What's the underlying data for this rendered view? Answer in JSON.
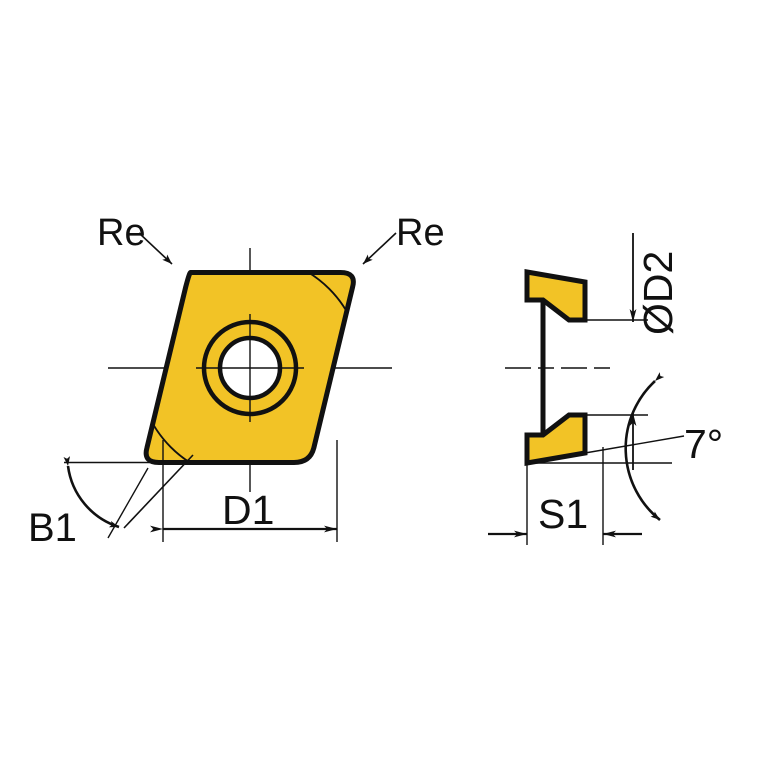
{
  "drawing": {
    "title": "Rhombic turning insert dimension drawing",
    "background_color": "#ffffff",
    "line_color": "#111111",
    "body_color": "#f2c326",
    "views": [
      {
        "name": "plan-view",
        "shape": "80-degree rhombus with corner radii and central bore"
      },
      {
        "name": "section-view",
        "shape": "trapezoidal cross-section with countersunk bore"
      }
    ]
  },
  "labels": {
    "re_left": "Re",
    "re_right": "Re",
    "b1": "B1",
    "d1": "D1",
    "d2": "ØD2",
    "s1": "S1",
    "angle": "7°"
  },
  "annotations": {
    "re_description": "corner radius callout",
    "b1_description": "included corner angle",
    "d1_description": "inscribed circle width dimension",
    "d2_description": "bore diameter dimension",
    "s1_description": "insert thickness dimension",
    "angle_description": "flank clearance angle"
  },
  "icons": {
    "diameter_symbol": "Ø",
    "degree_symbol": "°"
  }
}
